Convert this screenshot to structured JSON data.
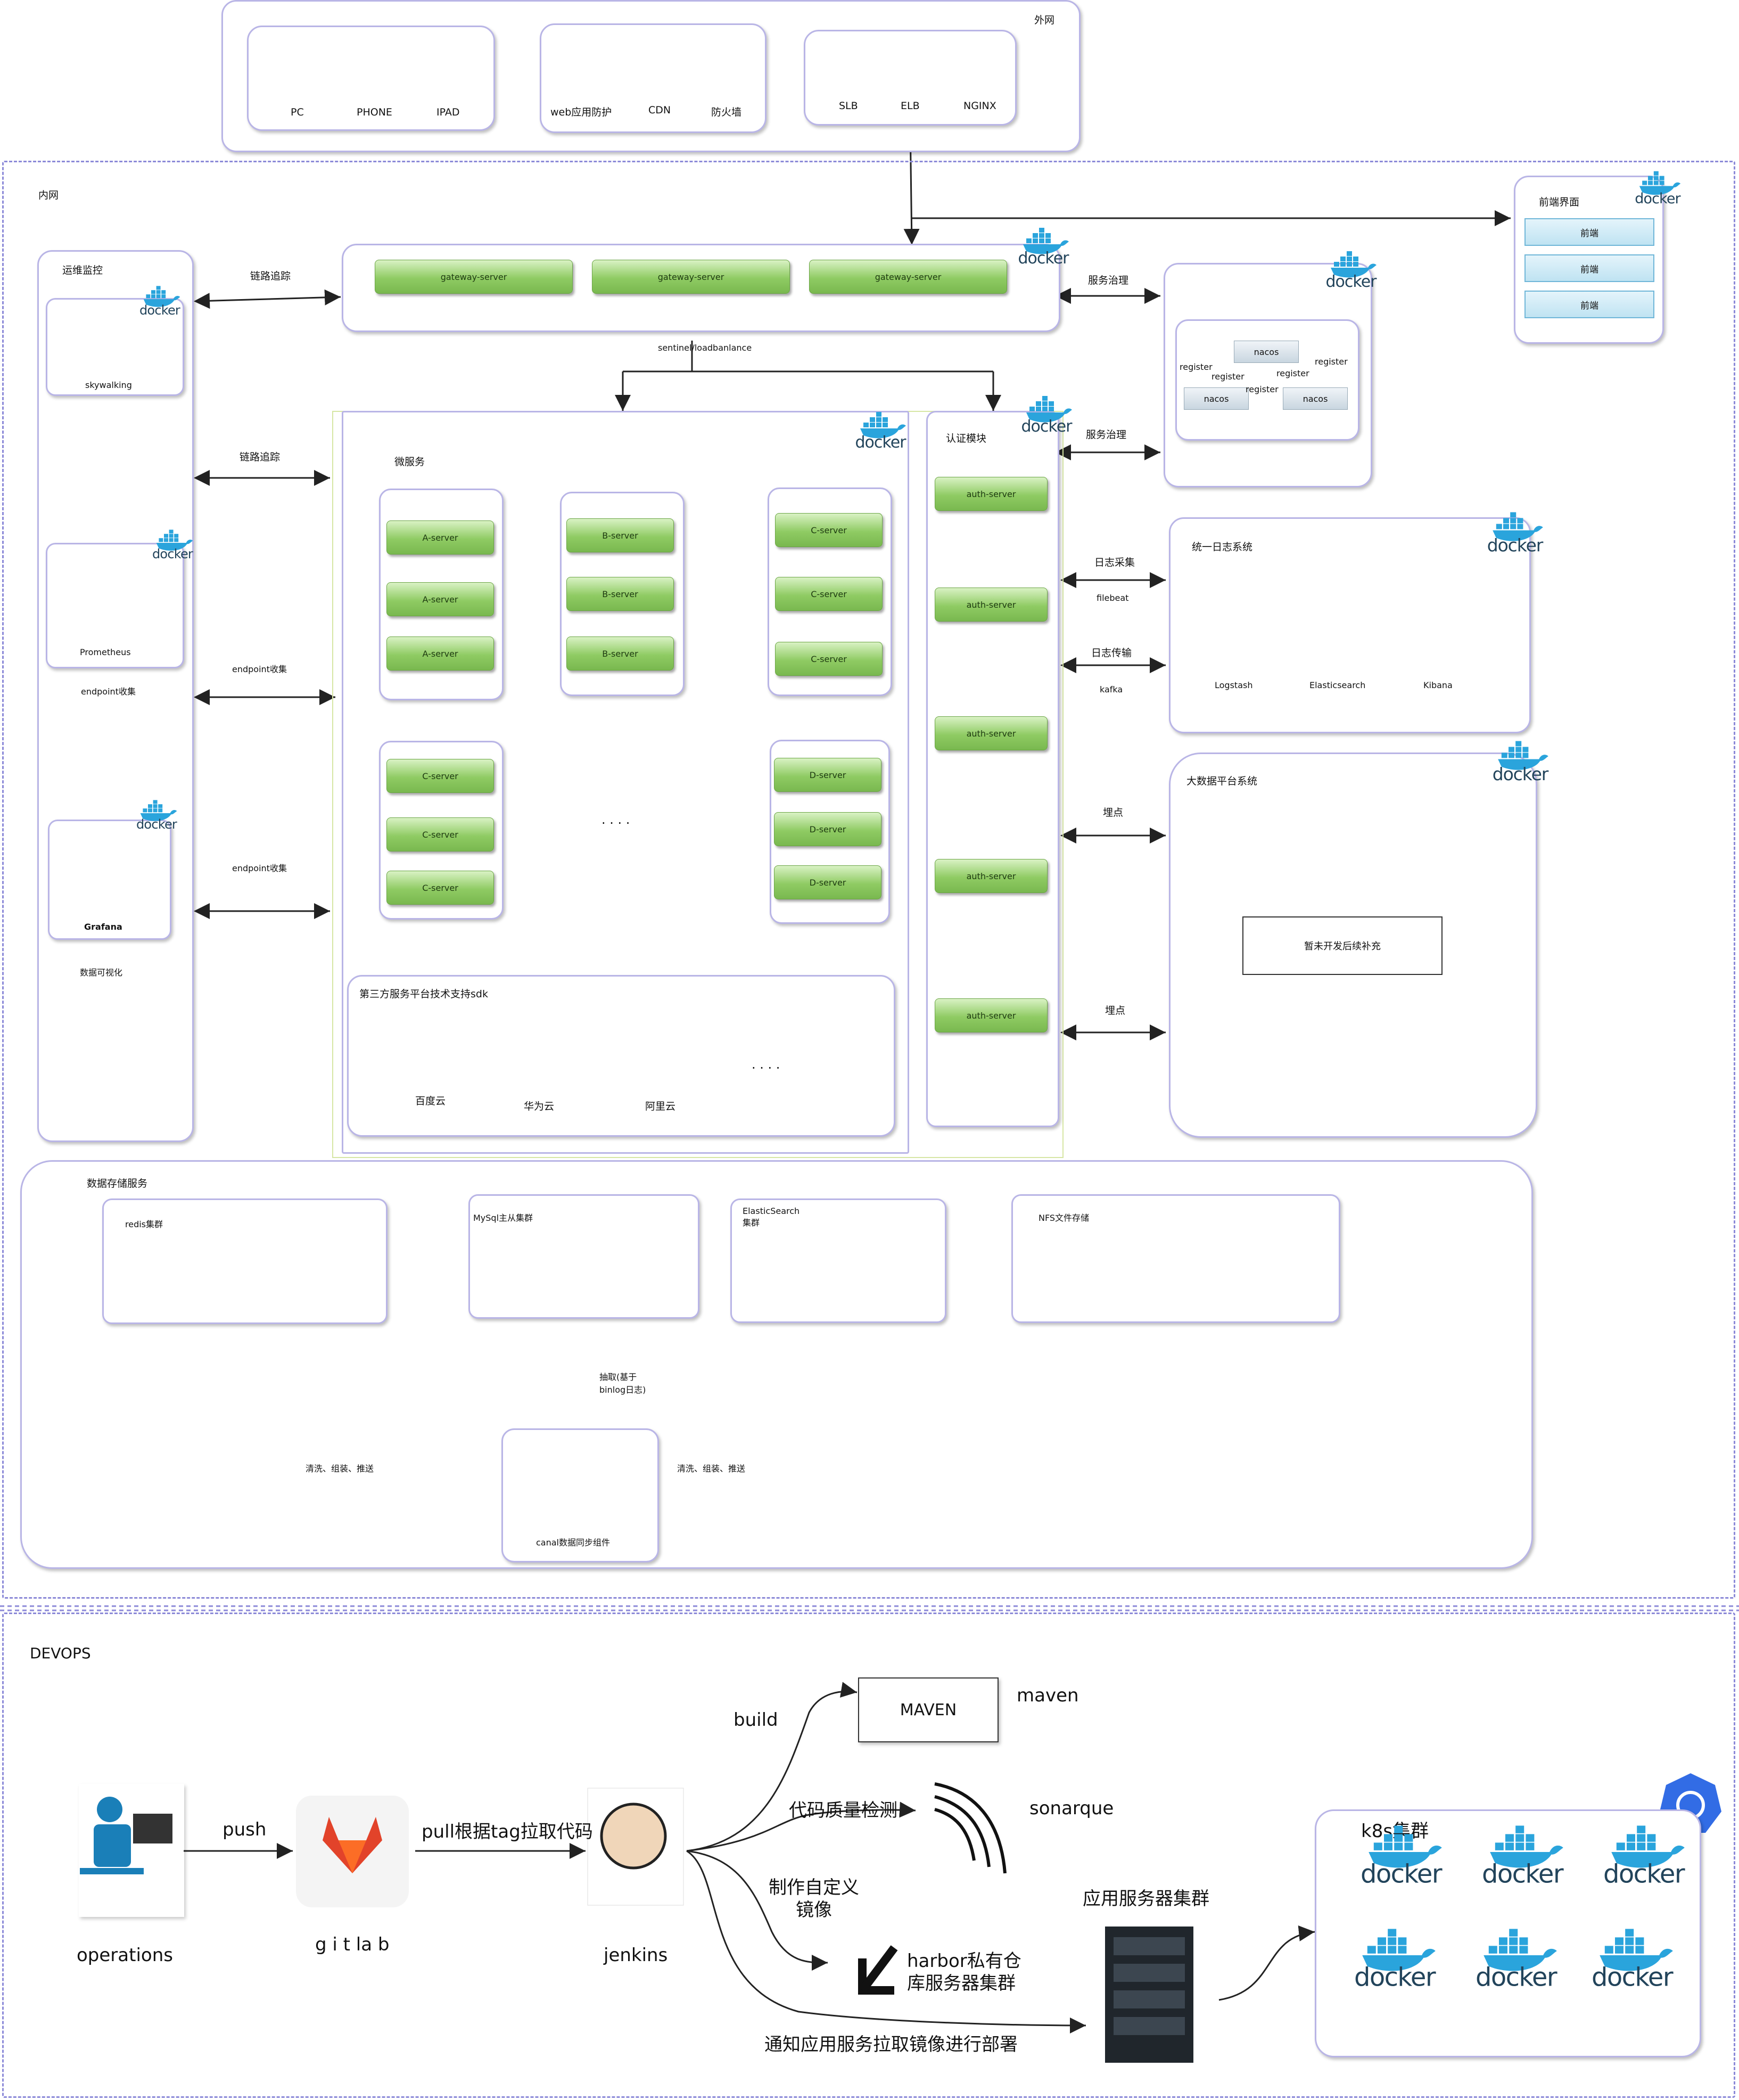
{
  "external": {
    "title": "外网",
    "devices": [
      "PC",
      "PHONE",
      "IPAD"
    ],
    "security": [
      "web应用防护",
      "CDN",
      "防火墙"
    ],
    "lb": [
      "SLB",
      "ELB",
      "NGINX"
    ]
  },
  "internal": {
    "title": "内网",
    "frontend": {
      "title": "前端界面",
      "items": [
        "前端",
        "前端",
        "前端"
      ]
    },
    "gateway": [
      "gateway-server",
      "gateway-server",
      "gateway-server"
    ],
    "gateway_label": "sentinel/loadbanlance",
    "monitor": {
      "title": "运维监控",
      "skywalking": "skywalking",
      "prometheus": "Prometheus",
      "prometheus_caption": "endpoint收集",
      "grafana": "Grafana",
      "grafana_caption": "数据可视化"
    },
    "links": {
      "trace1": "链路追踪",
      "trace2": "链路追踪",
      "endpoint1": "endpoint收集",
      "endpoint2": "endpoint收集",
      "service_gov1": "服务治理",
      "service_gov2": "服务治理",
      "log_collect": "日志采集",
      "filebeat": "filebeat",
      "log_transfer": "日志传输",
      "kafka": "kafka",
      "bury1": "埋点",
      "bury2": "埋点"
    },
    "nacos": {
      "nodes": [
        "nacos",
        "nacos",
        "nacos"
      ],
      "register": [
        "register",
        "register",
        "register",
        "register",
        "register"
      ]
    },
    "micro": {
      "title": "微服务",
      "a": [
        "A-server",
        "A-server",
        "A-server"
      ],
      "b": [
        "B-server",
        "B-server",
        "B-server"
      ],
      "c1": [
        "C-server",
        "C-server",
        "C-server"
      ],
      "c2": [
        "C-server",
        "C-server",
        "C-server"
      ],
      "d": [
        "D-server",
        "D-server",
        "D-server"
      ],
      "ellipsis": ". . . ."
    },
    "third_party": {
      "title": "第三方服务平台技术支持sdk",
      "items": [
        "百度云",
        "华为云",
        "阿里云"
      ],
      "ellipsis": ". . . ."
    },
    "auth": {
      "title": "认证模块",
      "items": [
        "auth-server",
        "auth-server",
        "auth-server",
        "auth-server",
        "auth-server"
      ]
    },
    "log_system": {
      "title": "统一日志系统",
      "items": [
        "Logstash",
        "Elasticsearch",
        "Kibana"
      ]
    },
    "bigdata": {
      "title": "大数据平台系统",
      "placeholder": "暂未开发后续补充"
    }
  },
  "storage": {
    "title": "数据存储服务",
    "redis": "redis集群",
    "mysql": "MySql主从集群",
    "es": "ElasticSearch\n集群",
    "nfs": "NFS文件存储",
    "canal": "canal数据同步组件",
    "extract": "抽取(基于\nbinlog日志)",
    "push_left": "清洗、组装、推送",
    "push_right": "清洗、组装、推送"
  },
  "devops": {
    "title": "DEVOPS",
    "operations": "operations",
    "push": "push",
    "gitlab": "g i t la b",
    "pull": "pull根据tag拉取代码",
    "jenkins": "jenkins",
    "build": "build",
    "maven_box": "MAVEN",
    "maven": "maven",
    "quality": "代码质量检测",
    "sonarqube": "sonarque",
    "image": "制作自定义\n镜像",
    "harbor": "harbor私有仓\n库服务器集群",
    "notify": "通知应用服务拉取镜像进行部署",
    "app_cluster": "应用服务器集群",
    "k8s": "k8s集群"
  },
  "docker_word": "docker",
  "colors": {
    "border": "#b9b5e6",
    "server_green": "#8fcb63",
    "docker_blue": "#2aa4dc",
    "k8s_blue": "#326ce5"
  }
}
